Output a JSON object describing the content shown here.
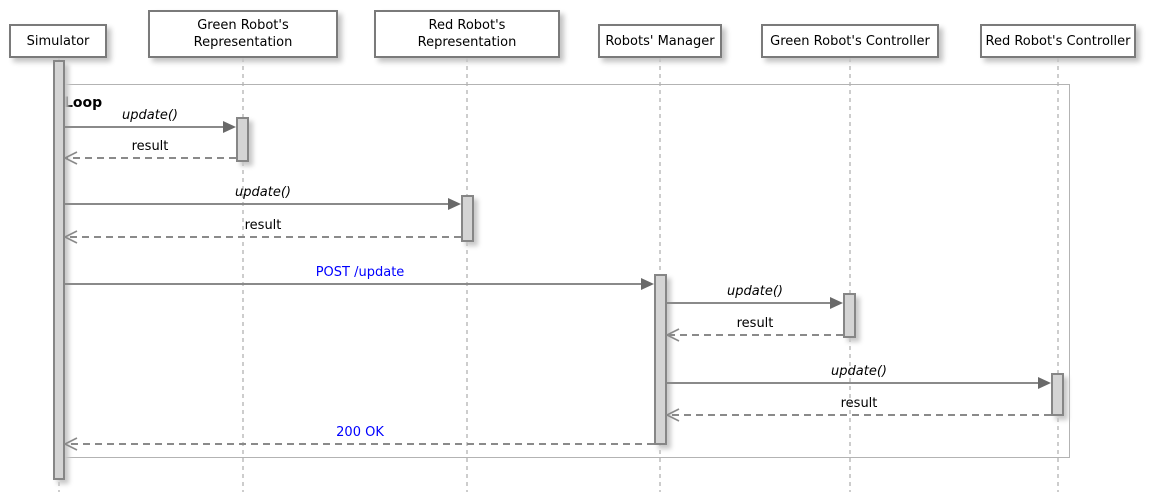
{
  "diagram": {
    "type": "uml-sequence",
    "loop_label": "Loop"
  },
  "participants": [
    {
      "id": "simulator",
      "name": "Simulator"
    },
    {
      "id": "green-robot-representation",
      "name": "Green Robot's\nRepresentation"
    },
    {
      "id": "red-robot-representation",
      "name": "Red Robot's\nRepresentation"
    },
    {
      "id": "robots-manager",
      "name": "Robots' Manager"
    },
    {
      "id": "green-robot-controller",
      "name": "Green Robot's Controller"
    },
    {
      "id": "red-robot-controller",
      "name": "Red Robot's Controller"
    }
  ],
  "messages": [
    {
      "label": "update()",
      "from": "Simulator",
      "to": "Green Robot's Representation",
      "kind": "sync-call"
    },
    {
      "label": "result",
      "from": "Green Robot's Representation",
      "to": "Simulator",
      "kind": "return"
    },
    {
      "label": "update()",
      "from": "Simulator",
      "to": "Red Robot's Representation",
      "kind": "sync-call"
    },
    {
      "label": "result",
      "from": "Red Robot's Representation",
      "to": "Simulator",
      "kind": "return"
    },
    {
      "label": "POST /update",
      "from": "Simulator",
      "to": "Robots' Manager",
      "kind": "sync-call-http"
    },
    {
      "label": "update()",
      "from": "Robots' Manager",
      "to": "Green Robot's Controller",
      "kind": "sync-call"
    },
    {
      "label": "result",
      "from": "Green Robot's Controller",
      "to": "Robots' Manager",
      "kind": "return"
    },
    {
      "label": "update()",
      "from": "Robots' Manager",
      "to": "Red Robot's Controller",
      "kind": "sync-call"
    },
    {
      "label": "result",
      "from": "Red Robot's Controller",
      "to": "Robots' Manager",
      "kind": "return"
    },
    {
      "label": "200 OK",
      "from": "Robots' Manager",
      "to": "Simulator",
      "kind": "return-http"
    }
  ],
  "colors": {
    "arrow": "#8a8a8a",
    "arrowhead": "#696969",
    "http_text": "#0000ff",
    "text": "#000000",
    "box_border": "#7a7a7a",
    "activation_fill": "#d4d4d4",
    "frame_border": "#b3b3b3",
    "lifeline": "#9b9b9b"
  }
}
